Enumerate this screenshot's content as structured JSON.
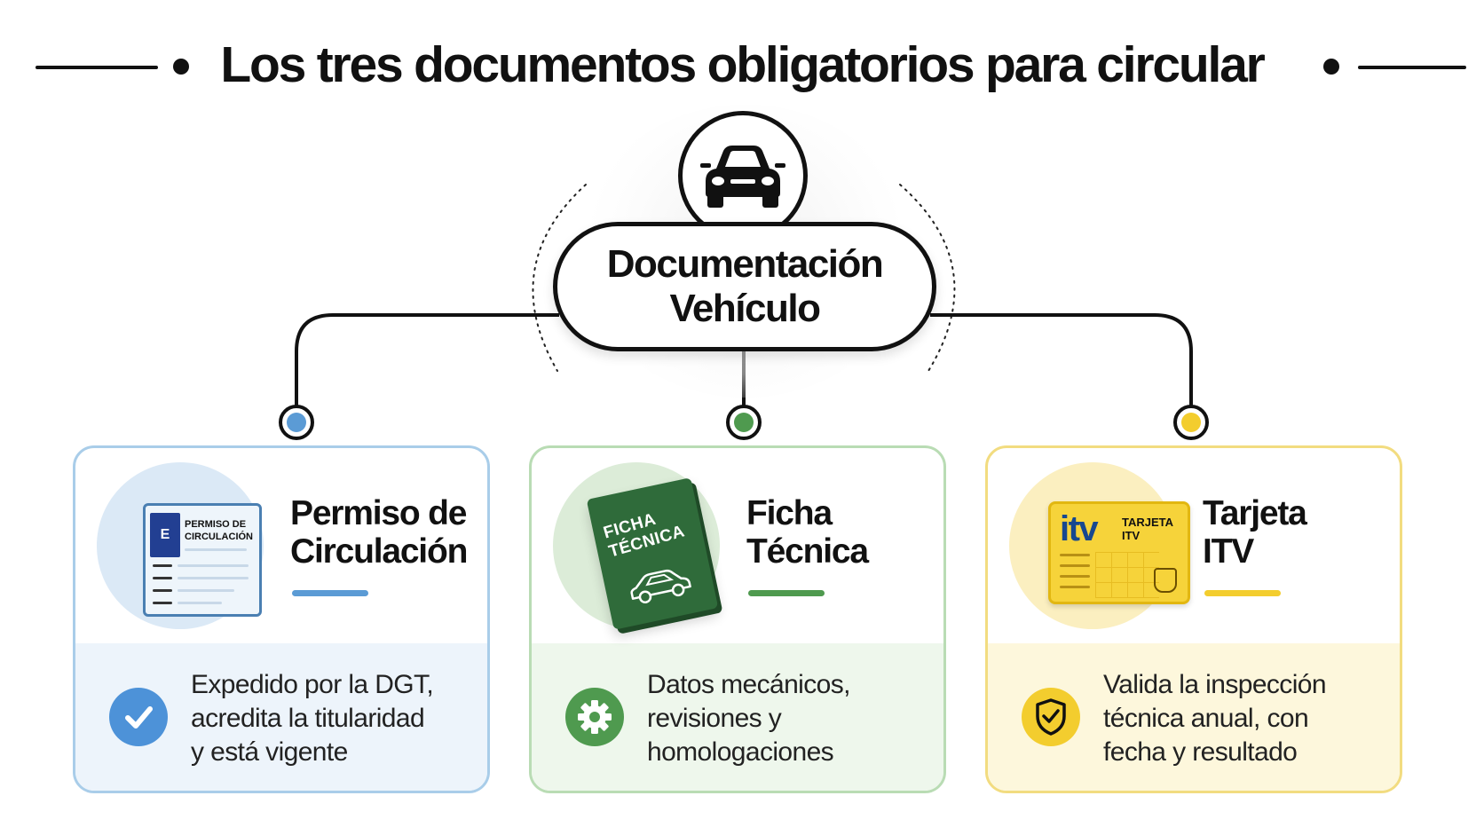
{
  "title": "Los tres documentos obligatorios para circular",
  "hub": {
    "icon": "car-icon",
    "label_lines": [
      "Documentación",
      "Vehículo"
    ]
  },
  "colors": {
    "blue": "#5b9bd5",
    "green": "#4f9a4f",
    "yellow": "#f3cd2e",
    "dark": "#111111"
  },
  "cards": [
    {
      "title_lines": [
        "Permiso de",
        "Circulación"
      ],
      "doc_text_lines": [
        "PERMISO DE",
        "CIRCULACIÓN"
      ],
      "flag_letter": "E",
      "description_lines": [
        "Expedido por la DGT,",
        "acredita la titularidad",
        "y está vigente"
      ],
      "badge_icon": "checkmark-icon",
      "illustration_icon": "permiso-circulacion-document-icon"
    },
    {
      "title_lines": [
        "Ficha",
        "Técnica"
      ],
      "doc_text_lines": [
        "FICHA",
        "TÉCNICA"
      ],
      "description_lines": [
        "Datos mecánicos,",
        "revisiones y",
        "homologaciones"
      ],
      "badge_icon": "gear-icon",
      "illustration_icon": "ficha-tecnica-book-icon"
    },
    {
      "title_lines": [
        "Tarjeta",
        "ITV"
      ],
      "doc_logo": "itv",
      "doc_text_lines": [
        "TARJETA",
        "ITV"
      ],
      "description_lines": [
        "Valida la inspección",
        "técnica anual, con",
        "fecha y resultado"
      ],
      "badge_icon": "shield-check-icon",
      "illustration_icon": "tarjeta-itv-card-icon"
    }
  ]
}
